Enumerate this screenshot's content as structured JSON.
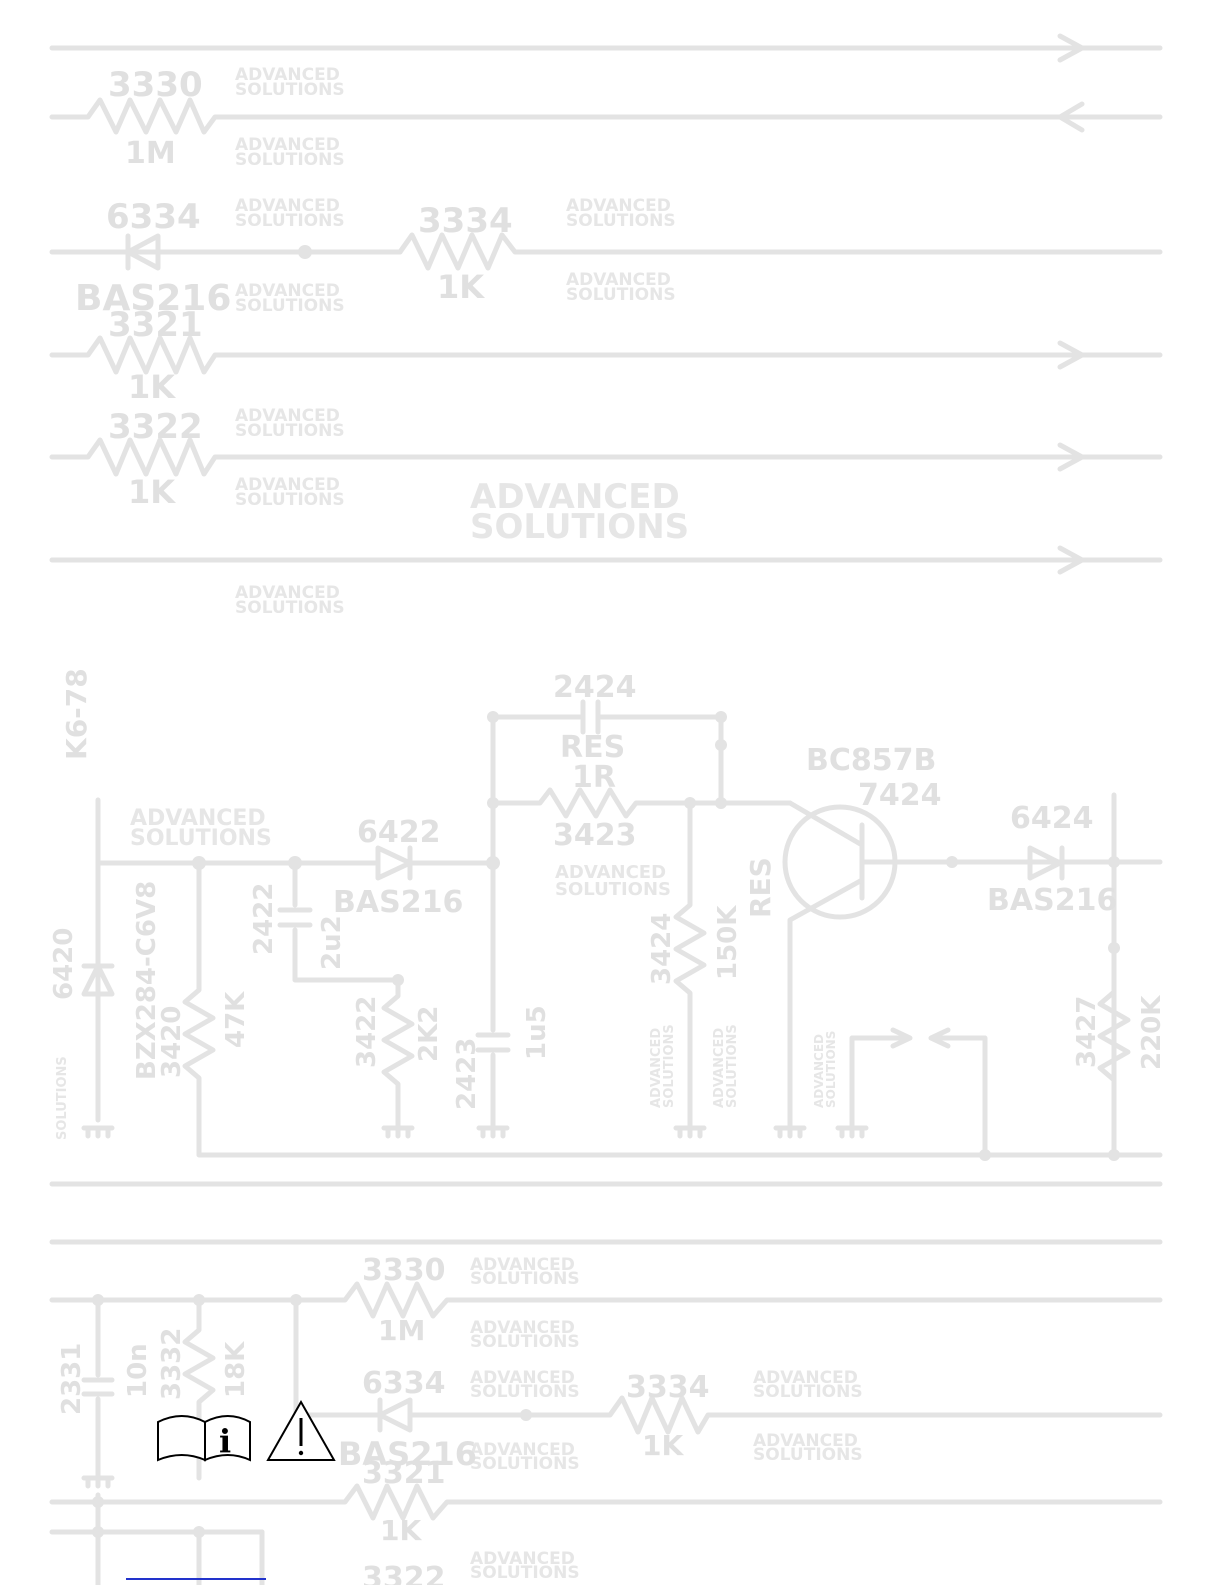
{
  "watermark": {
    "line1": "ADVANCED",
    "line2": "SOLUTIONS"
  },
  "labels": {
    "r3330": "3330",
    "v1m": "1M",
    "d6334": "6334",
    "bas216": "BAS216",
    "r3334": "3334",
    "v1k": "1K",
    "r3321": "3321",
    "r3322": "3322",
    "k678": "K6-78",
    "c2424": "2424",
    "res": "RES",
    "v1r": "1R",
    "r3423": "3423",
    "bc857b": "BC857B",
    "t7424": "7424",
    "d6422": "6422",
    "d6424": "6424",
    "c2422": "2422",
    "v2u2": "2u2",
    "r3422": "3422",
    "v2k2": "2K2",
    "c2423": "2423",
    "v1u5": "1u5",
    "r3424": "3424",
    "v150k": "150K",
    "d6420": "6420",
    "bzx": "BZX284-C6V8",
    "r3420": "3420",
    "v47k": "47K",
    "r3427": "3427",
    "v220k": "220K",
    "c2331": "2331",
    "v10n": "10n",
    "r3332": "3332",
    "v18k": "18K"
  },
  "icons": {
    "manual": "manual-info-icon",
    "warning": "warning-triangle-icon"
  },
  "colors": {
    "schematic": "#e3e3e3",
    "icon": "#000000",
    "link": "#2233cc"
  }
}
